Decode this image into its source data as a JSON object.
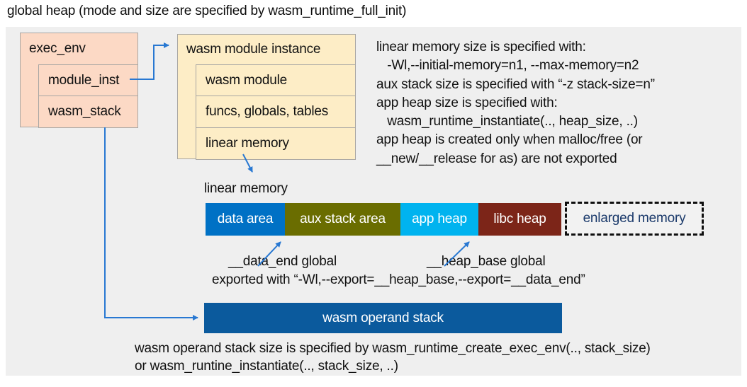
{
  "title": "global heap (mode and size are specified by wasm_runtime_full_init)",
  "exec_env": {
    "title": "exec_env",
    "fields": [
      "module_inst",
      "wasm_stack"
    ]
  },
  "module_instance": {
    "title": "wasm module instance",
    "fields": [
      "wasm module",
      "funcs, globals, tables",
      "linear memory"
    ]
  },
  "notes": {
    "lines": [
      "linear memory size is specified with:",
      "   -Wl,--initial-memory=n1, --max-memory=n2",
      "aux stack size is specified with “-z stack-size=n”",
      "app heap size is specified with:",
      "   wasm_runtime_instantiate(.., heap_size, ..)",
      "app heap is created only when malloc/free (or",
      "__new/__release for as) are not exported"
    ]
  },
  "linear_memory": {
    "label": "linear memory",
    "segments": [
      {
        "label": "data area",
        "color": "#0071c5"
      },
      {
        "label": "aux stack area",
        "color": "#6a6d00"
      },
      {
        "label": "app heap",
        "color": "#00b3ef"
      },
      {
        "label": "libc heap",
        "color": "#7c2518"
      }
    ],
    "enlarged": {
      "label": "enlarged memory",
      "text_color": "#1b3a6b"
    }
  },
  "annotations": {
    "data_end": "__data_end global",
    "heap_base": "__heap_base global",
    "exported": "exported with “-Wl,--export=__heap_base,--export=__data_end”"
  },
  "operand_stack": {
    "label": "wasm operand stack",
    "color": "#0b5a9d"
  },
  "footer": {
    "lines": [
      "wasm operand stack size is specified by wasm_runtime_create_exec_env(.., stack_size)",
      "or wasm_runtine_instantiate(.., stack_size, ..)"
    ]
  },
  "ui_colors": {
    "canvas_bg": "#efefef",
    "struct_pink": "#fcd9c5",
    "struct_cream": "#fdedc6",
    "arrow_blue": "#2878d2"
  }
}
